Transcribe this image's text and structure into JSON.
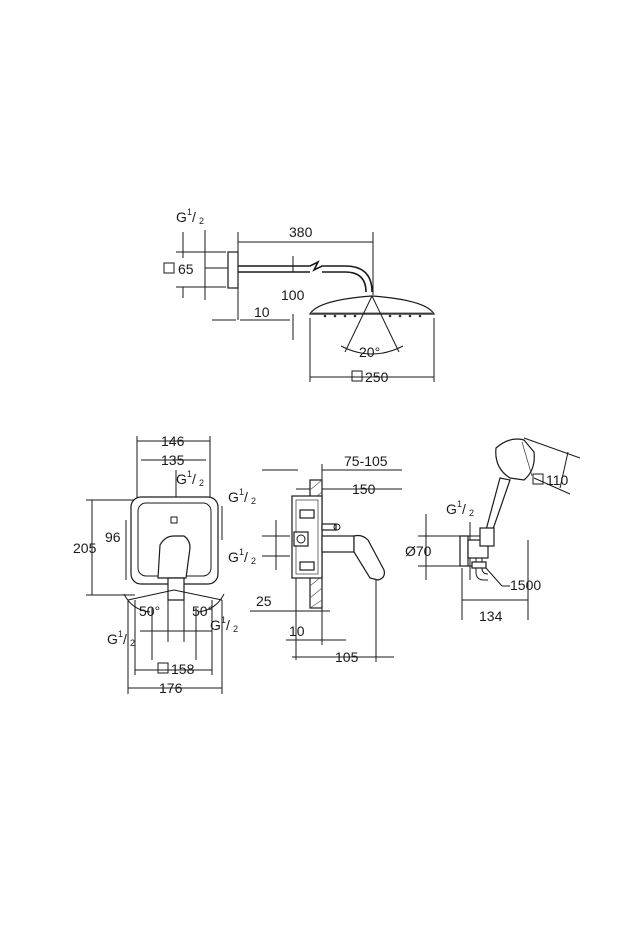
{
  "shower_head_view": {
    "thread_label_main": "G",
    "thread_sup": "1",
    "thread_sub": "2",
    "arm_length": "380",
    "flange_size": "65",
    "head_drop": "100",
    "wall_offset": "10",
    "spray_angle": "20°",
    "head_size": "250"
  },
  "mixer_front_view": {
    "width_outer": "146",
    "width_inner": "135",
    "thread_top": {
      "main": "G",
      "sup": "1",
      "sub": "2"
    },
    "thread_right": {
      "main": "G",
      "sup": "1",
      "sub": "2"
    },
    "height": "205",
    "inner_height": "96",
    "angle_left": "50°",
    "angle_right": "50°",
    "thread_bottom_left": {
      "main": "G",
      "sup": "1",
      "sub": "2"
    },
    "thread_bottom_right": {
      "main": "G",
      "sup": "1",
      "sub": "2"
    },
    "plate_size": "158",
    "overall_width": "176"
  },
  "mixer_side_view": {
    "depth_range": "75-105",
    "depth": "150",
    "thread_left": {
      "main": "G",
      "sup": "1",
      "sub": "2"
    },
    "wall_dim": "25",
    "offset": "10",
    "projection": "105"
  },
  "hand_shower_view": {
    "head_size": "110",
    "thread": {
      "main": "G",
      "sup": "1",
      "sub": "2"
    },
    "outlet_diameter": "70",
    "hose_length": "1500",
    "holder_width": "134"
  },
  "symbols": {
    "square": "□",
    "diameter": "Ø"
  }
}
